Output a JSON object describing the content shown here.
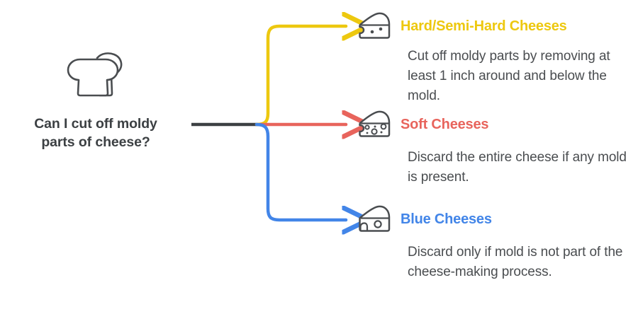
{
  "diagram": {
    "type": "branching-flow",
    "background": "#ffffff",
    "root": {
      "icon": "bread-slices-icon",
      "question": "Can I cut off moldy parts of cheese?",
      "question_line_1": "Can I cut off moldy",
      "question_line_2": "parts of cheese?",
      "text_color": "#3c4043",
      "stub_color": "#3c4043"
    },
    "branches": [
      {
        "id": "hard-semi-hard",
        "icon": "cheese-wedge-two-dots-icon",
        "title": "Hard/Semi-Hard Cheeses",
        "color": "#edc80f",
        "body": "Cut off moldy parts by removing at least 1 inch around and below the mold.",
        "arrow_direction": "up-right"
      },
      {
        "id": "soft",
        "icon": "cheese-wedge-many-holes-icon",
        "title": "Soft Cheeses",
        "color": "#e8645c",
        "body": "Discard the entire cheese if any mold is present.",
        "arrow_direction": "right"
      },
      {
        "id": "blue",
        "icon": "cheese-wedge-one-hole-icon",
        "title": "Blue Cheeses",
        "color": "#4285e8",
        "body": "Discard only if mold is not part of the cheese-making process.",
        "arrow_direction": "down-right"
      }
    ]
  }
}
